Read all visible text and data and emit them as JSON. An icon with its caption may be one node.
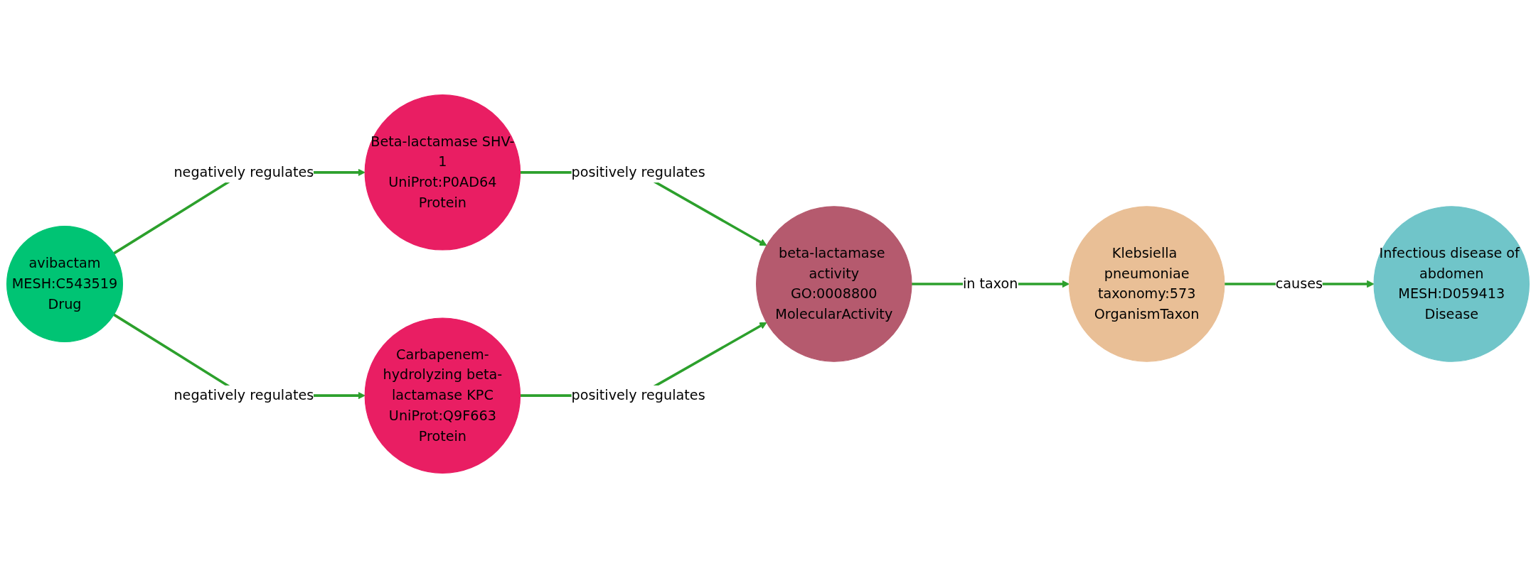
{
  "diagram": {
    "nodes": [
      {
        "text": [
          "avibactam",
          "MESH:C543519",
          "Drug"
        ]
      },
      {
        "text": [
          "Beta-lactamase SHV-1",
          "UniProt:P0AD64",
          "Protein"
        ]
      },
      {
        "text": [
          "Carbapenem-hydrolyzing beta-lactamase KPC",
          "UniProt:Q9F663",
          "Protein"
        ]
      },
      {
        "text": [
          "beta-lactamase activity",
          "GO:0008800",
          "MolecularActivity"
        ]
      },
      {
        "text": [
          "Klebsiella pneumoniae",
          "taxonomy:573",
          "OrganismTaxon"
        ]
      },
      {
        "text": [
          "Infectious disease of abdomen",
          "MESH:D059413",
          "Disease"
        ]
      }
    ],
    "edges": [
      {
        "from": 0,
        "to": 1,
        "arrow": "to",
        "label": "negatively regulates"
      },
      {
        "from": 0,
        "to": 2,
        "arrow": "to",
        "label": "negatively regulates"
      },
      {
        "from": 1,
        "to": 3,
        "arrow": "to",
        "label": "positively regulates"
      },
      {
        "from": 2,
        "to": 3,
        "arrow": "to",
        "label": "positively regulates"
      },
      {
        "from": 3,
        "to": 4,
        "arrow": "to",
        "label": "in taxon"
      },
      {
        "from": 4,
        "to": 5,
        "arrow": "to",
        "label": "causes"
      }
    ]
  }
}
